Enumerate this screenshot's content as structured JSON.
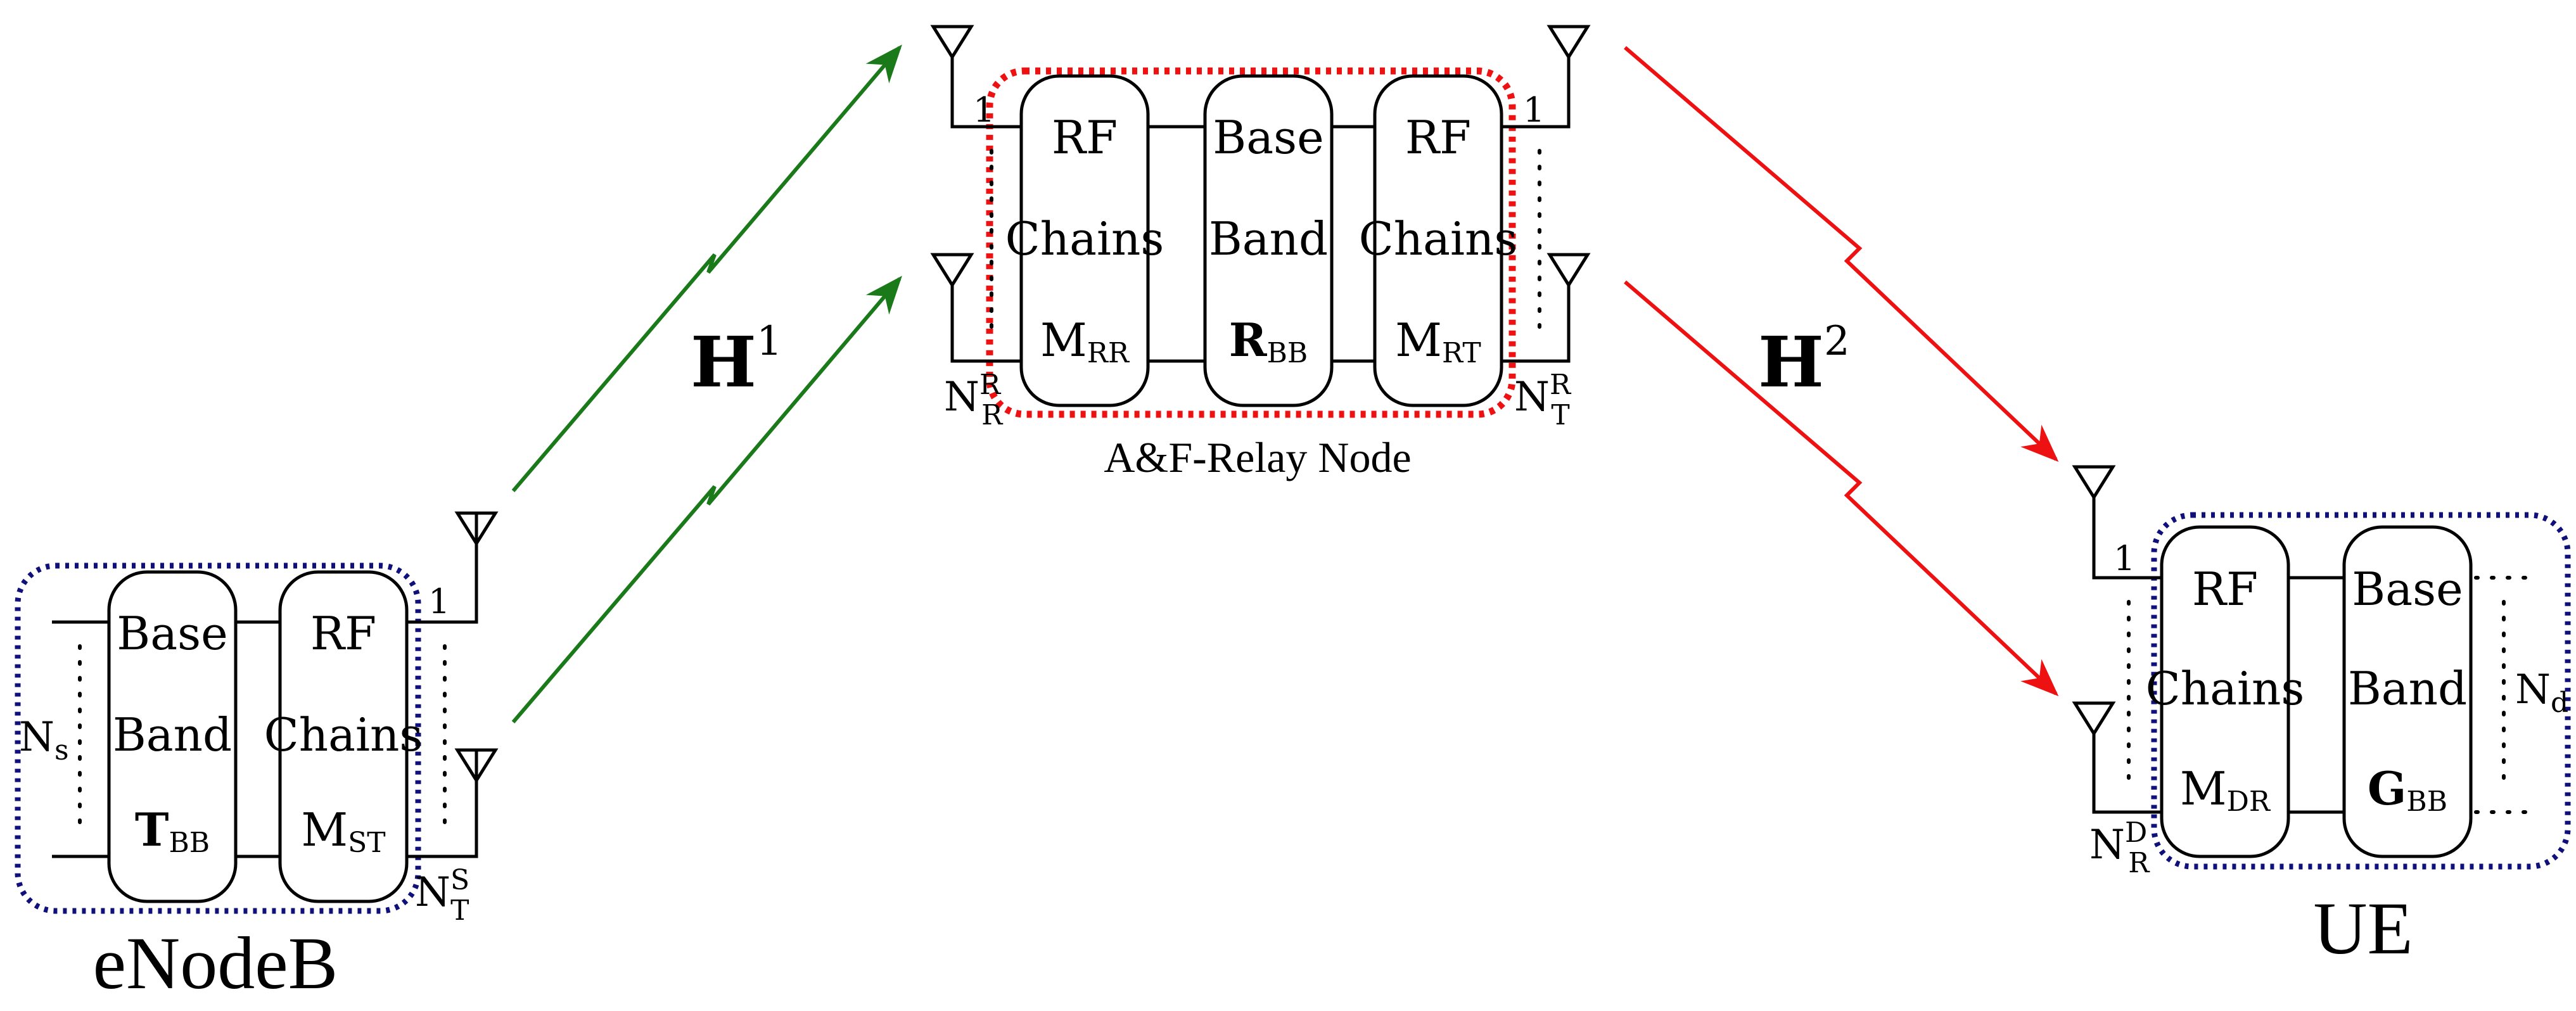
{
  "enodeb": {
    "title": "eNodeB",
    "baseband": {
      "line1": "Base",
      "line2": "Band",
      "matrix": "T",
      "matrix_sub": "BB"
    },
    "rf": {
      "line1": "RF",
      "line2": "Chains",
      "matrix": "M",
      "matrix_sub": "ST"
    },
    "stream_symbol": "N",
    "stream_sub": "s",
    "antenna_first": "1",
    "antenna_count": "N",
    "antenna_count_sub": "T",
    "antenna_count_sup": "S"
  },
  "relay": {
    "title": "A&F-Relay Node",
    "rf_receive": {
      "line1": "RF",
      "line2": "Chains",
      "matrix": "M",
      "matrix_sub": "RR"
    },
    "baseband": {
      "line1": "Base",
      "line2": "Band",
      "matrix": "R",
      "matrix_sub": "BB"
    },
    "rf_transmit": {
      "line1": "RF",
      "line2": "Chains",
      "matrix": "M",
      "matrix_sub": "RT"
    },
    "rx_first": "1",
    "rx_count": "N",
    "rx_count_sub": "R",
    "rx_count_sup": "R",
    "tx_first": "1",
    "tx_count": "N",
    "tx_count_sub": "T",
    "tx_count_sup": "R"
  },
  "ue": {
    "title": "UE",
    "rf": {
      "line1": "RF",
      "line2": "Chains",
      "matrix": "M",
      "matrix_sub": "DR"
    },
    "baseband": {
      "line1": "Base",
      "line2": "Band",
      "matrix": "G",
      "matrix_sub": "BB"
    },
    "stream_symbol": "N",
    "stream_sub": "d",
    "antenna_first": "1",
    "antenna_count": "N",
    "antenna_count_sub": "R",
    "antenna_count_sup": "D"
  },
  "links": {
    "first_hop": {
      "label": "H",
      "sup": "1",
      "color": "#1a7a1a"
    },
    "second_hop": {
      "label": "H",
      "sup": "2",
      "color": "#ee1111"
    }
  },
  "colors": {
    "enodeb_boundary": "#10107a",
    "relay_boundary": "#ee1111",
    "ue_boundary": "#10107a"
  }
}
